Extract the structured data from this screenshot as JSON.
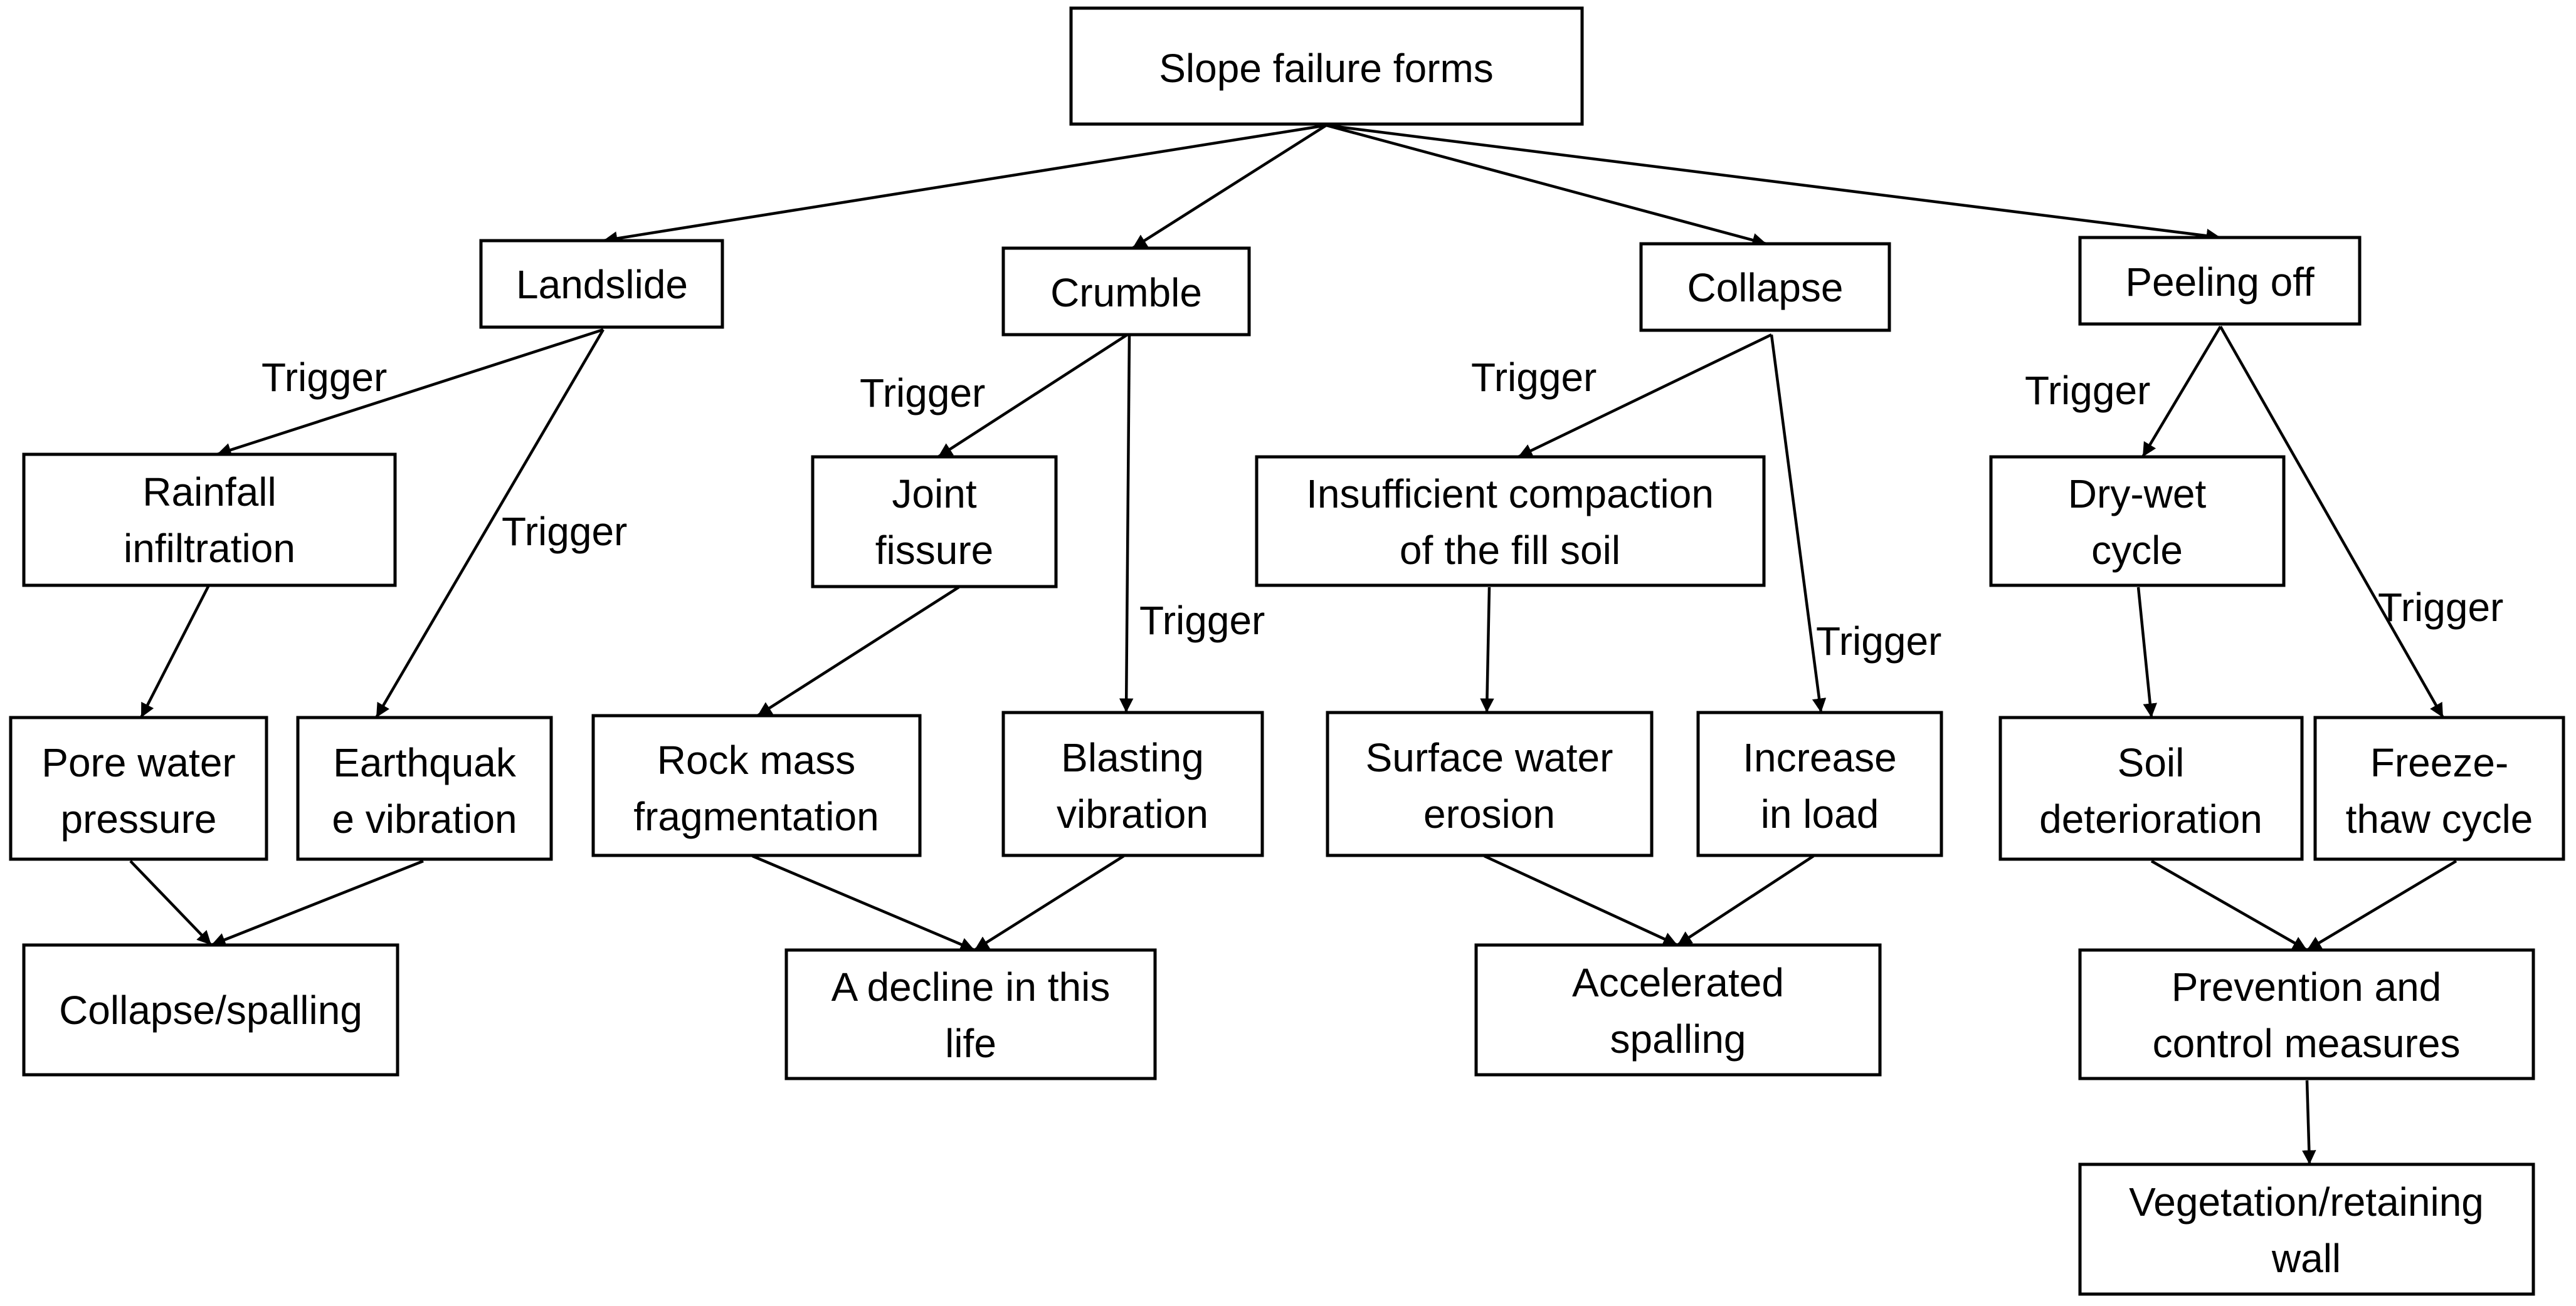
{
  "diagram": {
    "nodes": {
      "root": [
        "Slope failure forms"
      ],
      "landslide": [
        "Landslide"
      ],
      "crumble": [
        "Crumble"
      ],
      "collapse": [
        "Collapse"
      ],
      "peeling": [
        "Peeling off"
      ],
      "rainfall": [
        "Rainfall",
        "infiltration"
      ],
      "pore": [
        "Pore water",
        "pressure"
      ],
      "quake": [
        "Earthquak",
        "e vibration"
      ],
      "spalling": [
        "Collapse/spalling"
      ],
      "joint": [
        "Joint",
        "fissure"
      ],
      "rockmass": [
        "Rock mass",
        "fragmentation"
      ],
      "blasting": [
        "Blasting",
        "vibration"
      ],
      "decline": [
        "A decline in this",
        "life"
      ],
      "compaction": [
        "Insufficient compaction",
        "of the fill soil"
      ],
      "surface": [
        "Surface water",
        "erosion"
      ],
      "load": [
        "Increase",
        "in load"
      ],
      "accelerated": [
        "Accelerated",
        "spalling"
      ],
      "drywet": [
        "Dry-wet",
        "cycle"
      ],
      "soil": [
        "Soil",
        "deterioration"
      ],
      "freeze": [
        "Freeze-",
        "thaw cycle"
      ],
      "prevention": [
        "Prevention and",
        "control measures"
      ],
      "vegetation": [
        "Vegetation/retaining",
        "wall"
      ]
    },
    "edges": [
      {
        "from": "root",
        "to": "landslide",
        "label": ""
      },
      {
        "from": "root",
        "to": "crumble",
        "label": ""
      },
      {
        "from": "root",
        "to": "collapse",
        "label": ""
      },
      {
        "from": "root",
        "to": "peeling",
        "label": ""
      },
      {
        "from": "landslide",
        "to": "rainfall",
        "label": "Trigger"
      },
      {
        "from": "landslide",
        "to": "quake",
        "label": "Trigger"
      },
      {
        "from": "rainfall",
        "to": "pore",
        "label": ""
      },
      {
        "from": "pore",
        "to": "spalling",
        "label": ""
      },
      {
        "from": "quake",
        "to": "spalling",
        "label": ""
      },
      {
        "from": "crumble",
        "to": "joint",
        "label": "Trigger"
      },
      {
        "from": "crumble",
        "to": "blasting",
        "label": "Trigger"
      },
      {
        "from": "joint",
        "to": "rockmass",
        "label": ""
      },
      {
        "from": "rockmass",
        "to": "decline",
        "label": ""
      },
      {
        "from": "blasting",
        "to": "decline",
        "label": ""
      },
      {
        "from": "collapse",
        "to": "compaction",
        "label": "Trigger"
      },
      {
        "from": "collapse",
        "to": "load",
        "label": "Trigger"
      },
      {
        "from": "compaction",
        "to": "surface",
        "label": ""
      },
      {
        "from": "surface",
        "to": "accelerated",
        "label": ""
      },
      {
        "from": "load",
        "to": "accelerated",
        "label": ""
      },
      {
        "from": "peeling",
        "to": "drywet",
        "label": "Trigger"
      },
      {
        "from": "peeling",
        "to": "freeze",
        "label": "Trigger"
      },
      {
        "from": "drywet",
        "to": "soil",
        "label": ""
      },
      {
        "from": "soil",
        "to": "prevention",
        "label": ""
      },
      {
        "from": "freeze",
        "to": "prevention",
        "label": ""
      },
      {
        "from": "prevention",
        "to": "vegetation",
        "label": ""
      }
    ]
  }
}
